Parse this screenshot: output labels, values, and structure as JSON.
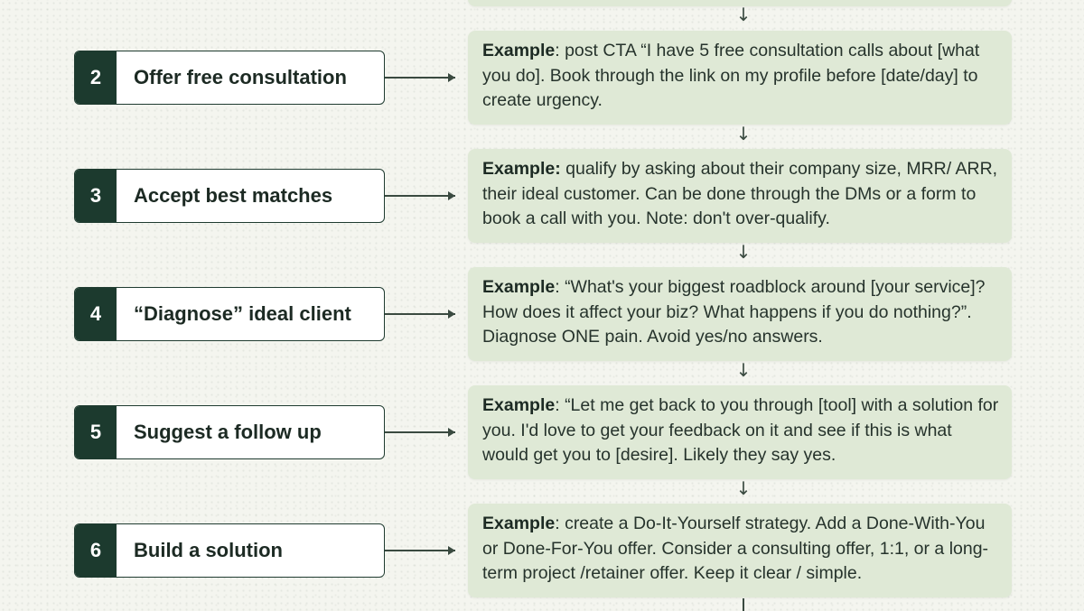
{
  "steps": [
    {
      "number": "2",
      "title": "Offer free consultation",
      "example_label": "Example",
      "example_sep": ": ",
      "example_text": "post CTA “I have 5 free consultation calls about [what you do]. Book through the link on my profile before [date/day] to create urgency."
    },
    {
      "number": "3",
      "title": "Accept best matches",
      "example_label": "Example:",
      "example_sep": " ",
      "example_text": "qualify by asking about their company size, MRR/ ARR, their ideal customer. Can be done through the DMs or a form to book a call with you. Note: don't over-qualify."
    },
    {
      "number": "4",
      "title": "“Diagnose” ideal client",
      "example_label": "Example",
      "example_sep": ": ",
      "example_text": "“What's your biggest roadblock around [your service]? How does it affect your biz? What happens if you do nothing?”. Diagnose ONE pain. Avoid yes/no answers."
    },
    {
      "number": "5",
      "title": "Suggest a follow up",
      "example_label": "Example",
      "example_sep": ": ",
      "example_text": "“Let me get back to you through [tool] with a solution for you. I'd love to get your feedback on it and see if this is what would get you to [desire]. Likely they say yes."
    },
    {
      "number": "6",
      "title": "Build a solution",
      "example_label": "Example",
      "example_sep": ": ",
      "example_text": "create a Do-It-Yourself strategy. Add a Done-With-You or Done-For-You offer. Consider a consulting offer, 1:1, or a long-term project /retainer offer. Keep it clear / simple."
    }
  ],
  "flow_arrow": "↓",
  "colors": {
    "dark_green": "#1c3a2e",
    "card_green": "#dfe9d6",
    "background": "#f4f5ef"
  },
  "icons": {
    "connector": "right-arrow-icon",
    "flow": "down-arrow-icon"
  }
}
